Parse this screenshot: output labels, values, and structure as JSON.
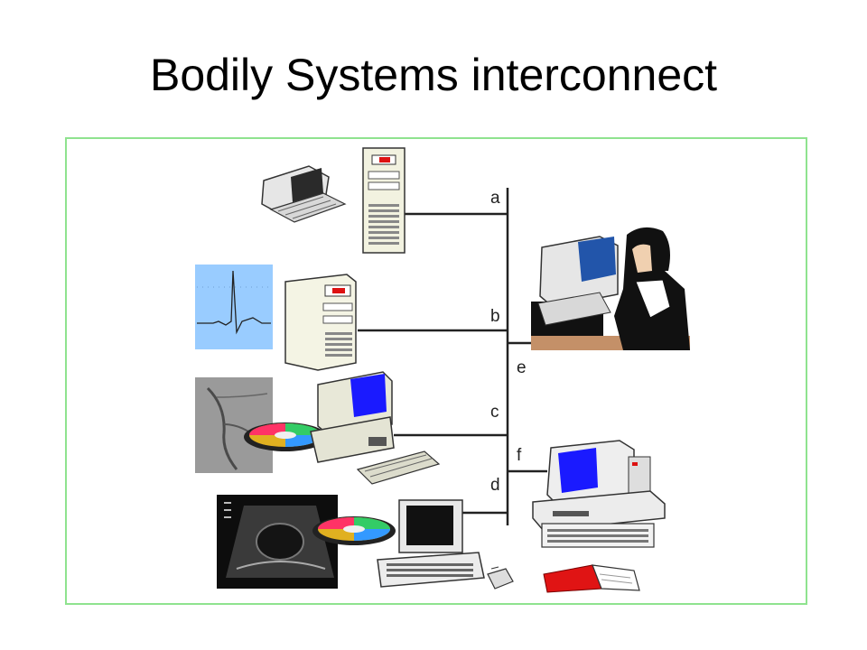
{
  "slide": {
    "title": "Bodily Systems interconnect"
  },
  "diagram": {
    "connection_labels": [
      "a",
      "b",
      "c",
      "d",
      "e",
      "f"
    ],
    "icons": [
      "terminal-icon",
      "tower-server-icon",
      "tower-server-icon",
      "workstation-icon",
      "pc-icon",
      "pc-icon",
      "operator-workstation-icon",
      "ecg-trace-icon",
      "angiogram-icon",
      "ultrasound-icon",
      "optical-disc-icon",
      "printer-icon",
      "binder-icon"
    ],
    "colors": {
      "frame": "#8fe38f",
      "bus_line": "#222222",
      "screen_blue": "#1a1aff",
      "ecg_bg": "#99ccff"
    }
  }
}
